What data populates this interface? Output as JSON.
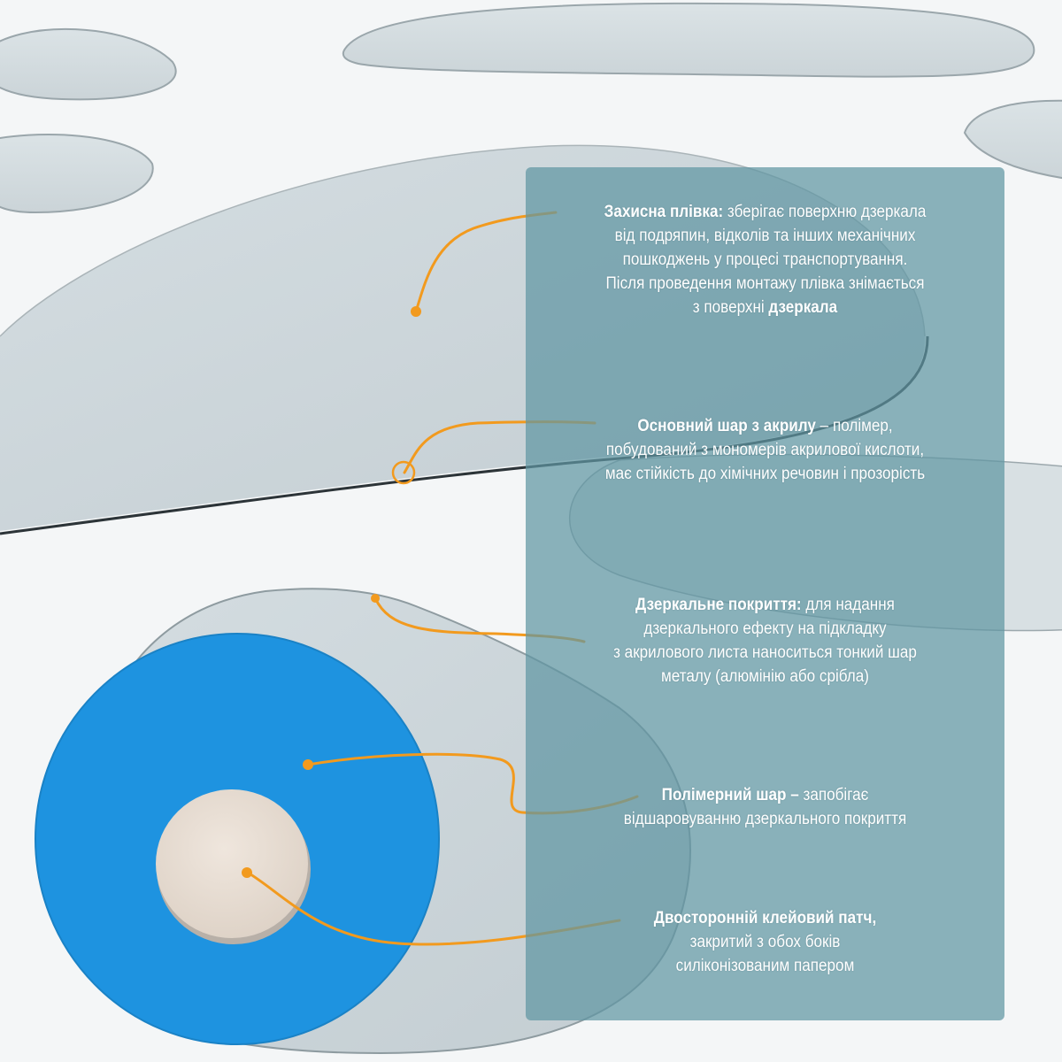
{
  "colors": {
    "accent_orange": "#f29a1e",
    "panel": "#6096a2",
    "patch_blue": "#1e93e0",
    "patch_adhesive": "#e7ddd3",
    "mirror_gray": "#cfd8dc"
  },
  "callouts": [
    {
      "title": "Захисна плівка:",
      "text": " зберігає поверхню дзеркала",
      "lines": [
        "від подряпин, відколів та інших механічних",
        "пошкоджень у процесі транспортування.",
        "Після проведення монтажу плівка знімається"
      ],
      "last_line_text": "з поверхні ",
      "last_line_bold": "дзеркала"
    },
    {
      "title": "Основний шар з акрилу",
      "text": " – полімер,",
      "lines": [
        "побудований з мономерів акрилової кислоти,",
        "має стійкість до хімічних речовин і прозорість"
      ]
    },
    {
      "title": "Дзеркальне покриття:",
      "text": " для надання",
      "lines": [
        "дзеркального ефекту на підкладку",
        "з акрилового листа наноситься тонкий шар",
        "металу (алюмінію або срібла)"
      ]
    },
    {
      "title": "Полімерний шар –",
      "text": " запобігає",
      "lines": [
        "відшаровуванню дзеркального покриття"
      ]
    },
    {
      "title": "Двосторонній клейовий патч,",
      "text": "",
      "lines": [
        "закритий з обох боків",
        "силіконізованим папером"
      ]
    }
  ]
}
